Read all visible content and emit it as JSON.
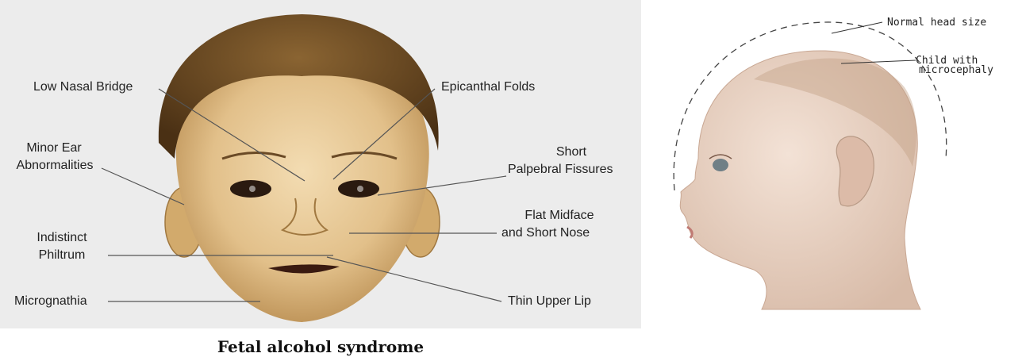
{
  "left_diagram": {
    "caption": "Fetal alcohol syndrome",
    "labels": {
      "low_nasal_bridge": "Low Nasal Bridge",
      "epicanthal_folds": "Epicanthal Folds",
      "minor_ear_1": "Minor Ear",
      "minor_ear_2": "Abnormalities",
      "short_palpebral_1": "Short",
      "short_palpebral_2": "Palpebral Fissures",
      "indistinct_philtrum_1": "Indistinct",
      "indistinct_philtrum_2": "Philtrum",
      "flat_midface_1": "Flat Midface",
      "flat_midface_2": "and Short Nose",
      "micrognathia": "Micrognathia",
      "thin_upper_lip": "Thin Upper Lip"
    }
  },
  "right_diagram": {
    "labels": {
      "normal_head_size": "Normal head size",
      "child_microcephaly_1": "Child with",
      "child_microcephaly_2": "microcephaly"
    }
  },
  "colors": {
    "background_left": "#ececec",
    "skin": "#e6c694",
    "hair": "#6b4a24",
    "line": "#555555"
  }
}
